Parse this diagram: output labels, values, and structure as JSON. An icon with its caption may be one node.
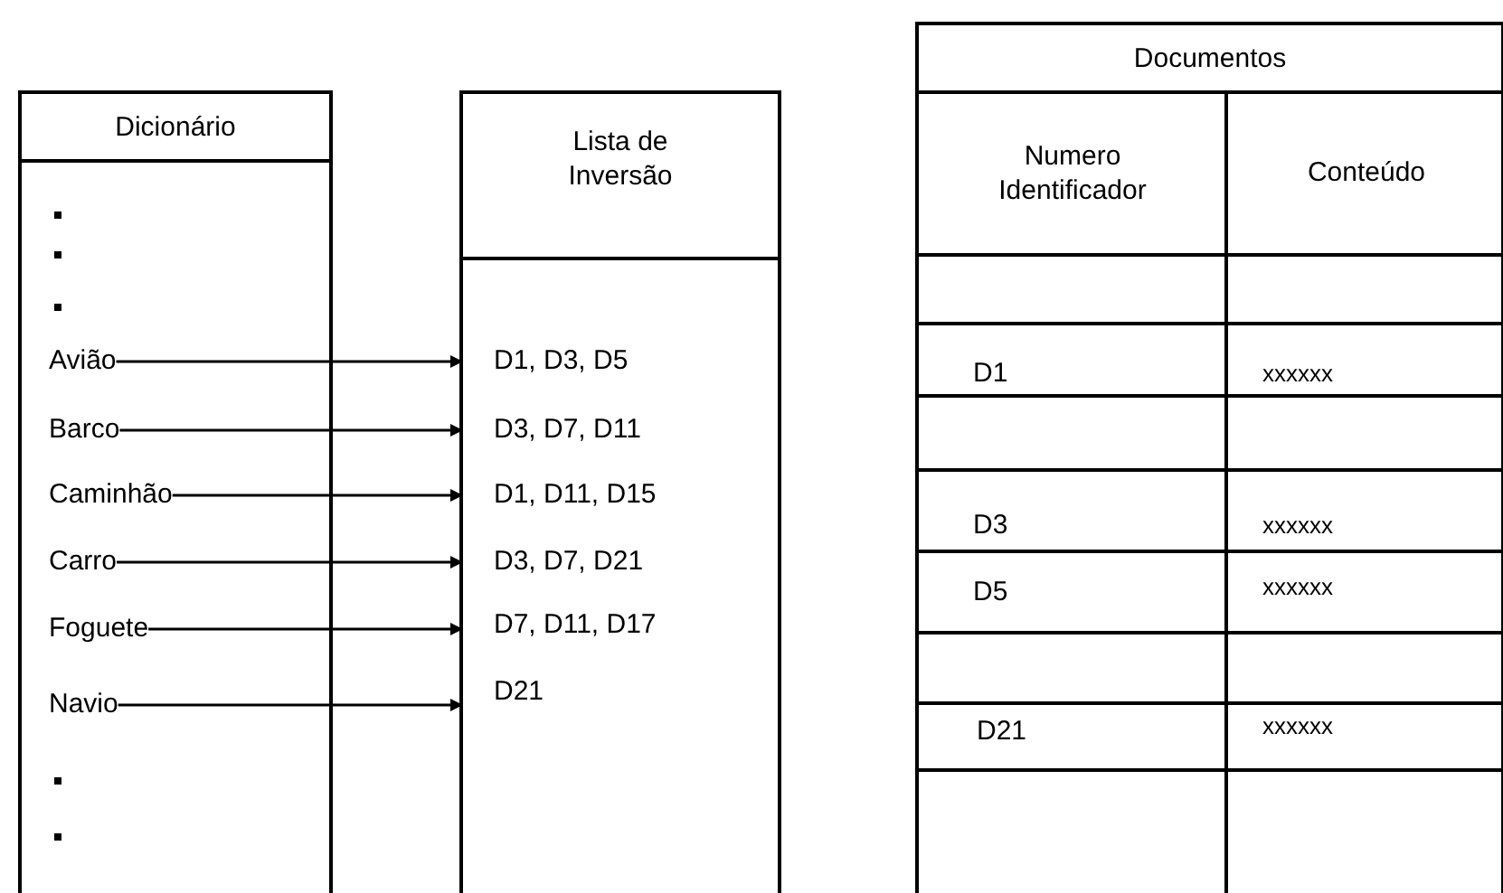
{
  "diagram": {
    "nodes": [
      {
        "text": [
          "Dicionário"
        ]
      },
      {
        "text": [
          "Avião"
        ],
        "in": 0
      },
      {
        "text": [
          "Barco"
        ],
        "in": 0
      },
      {
        "text": [
          "Caminhão"
        ],
        "in": 0
      },
      {
        "text": [
          "Carro"
        ],
        "in": 0
      },
      {
        "text": [
          "Foguete"
        ],
        "in": 0
      },
      {
        "text": [
          "Navio"
        ],
        "in": 0
      },
      {
        "text": [
          "Lista de Inversão"
        ]
      },
      {
        "text": [
          "D1, D3, D5"
        ],
        "in": 7
      },
      {
        "text": [
          "D3, D7, D11"
        ],
        "in": 7
      },
      {
        "text": [
          "D1, D11, D15"
        ],
        "in": 7
      },
      {
        "text": [
          "D3, D7, D21"
        ],
        "in": 7
      },
      {
        "text": [
          "D7, D11, D17"
        ],
        "in": 7
      },
      {
        "text": [
          "D21"
        ],
        "in": 7
      },
      {
        "text": [
          "Documentos"
        ]
      }
    ],
    "edges": [
      {
        "from": 1,
        "to": 8,
        "arrow": "to"
      },
      {
        "from": 2,
        "to": 9,
        "arrow": "to"
      },
      {
        "from": 3,
        "to": 10,
        "arrow": "to"
      },
      {
        "from": 4,
        "to": 11,
        "arrow": "to"
      },
      {
        "from": 5,
        "to": 12,
        "arrow": "to"
      },
      {
        "from": 6,
        "to": 13,
        "arrow": "to"
      }
    ],
    "labels": [
      "Numero Identificador",
      "Conteúdo",
      "D1",
      "xxxxxx",
      "D3",
      "xxxxxx",
      "D5",
      "xxxxxx",
      "D21",
      "xxxxxx"
    ]
  }
}
